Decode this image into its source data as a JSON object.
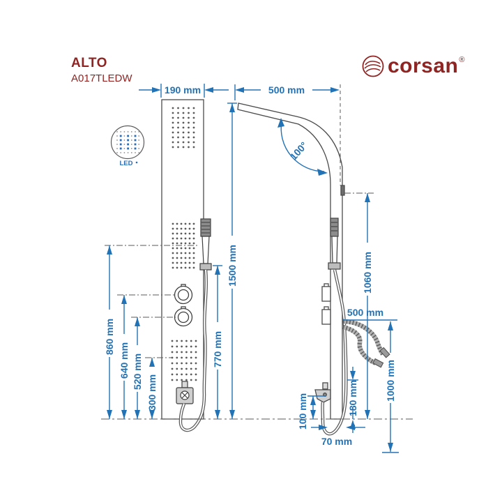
{
  "header": {
    "model": "ALTO",
    "code": "A017TLEDW"
  },
  "brand": {
    "name": "corsan",
    "registered": "®"
  },
  "front_view": {
    "led_label": "LED"
  },
  "dimensions": {
    "panel_width": "190 mm",
    "head_depth": "500 mm",
    "head_angle": "100°",
    "total_height": "1500 mm",
    "hand_shower_height": "770 mm",
    "mid_jets_height": "860 mm",
    "upper_knob_height": "640 mm",
    "lower_knob_height": "520 mm",
    "lower_jets_height": "300 mm",
    "wall_bracket_height": "1060 mm",
    "hose_length": "500 mm",
    "hose_drop": "1000 mm",
    "outlet_height": "180 mm",
    "spout_height": "100 mm",
    "bottom_depth": "70 mm"
  },
  "colors": {
    "dimension_blue": "#2272b6",
    "brand_red": "#8f2422",
    "line_gray": "#4a4a4a"
  }
}
